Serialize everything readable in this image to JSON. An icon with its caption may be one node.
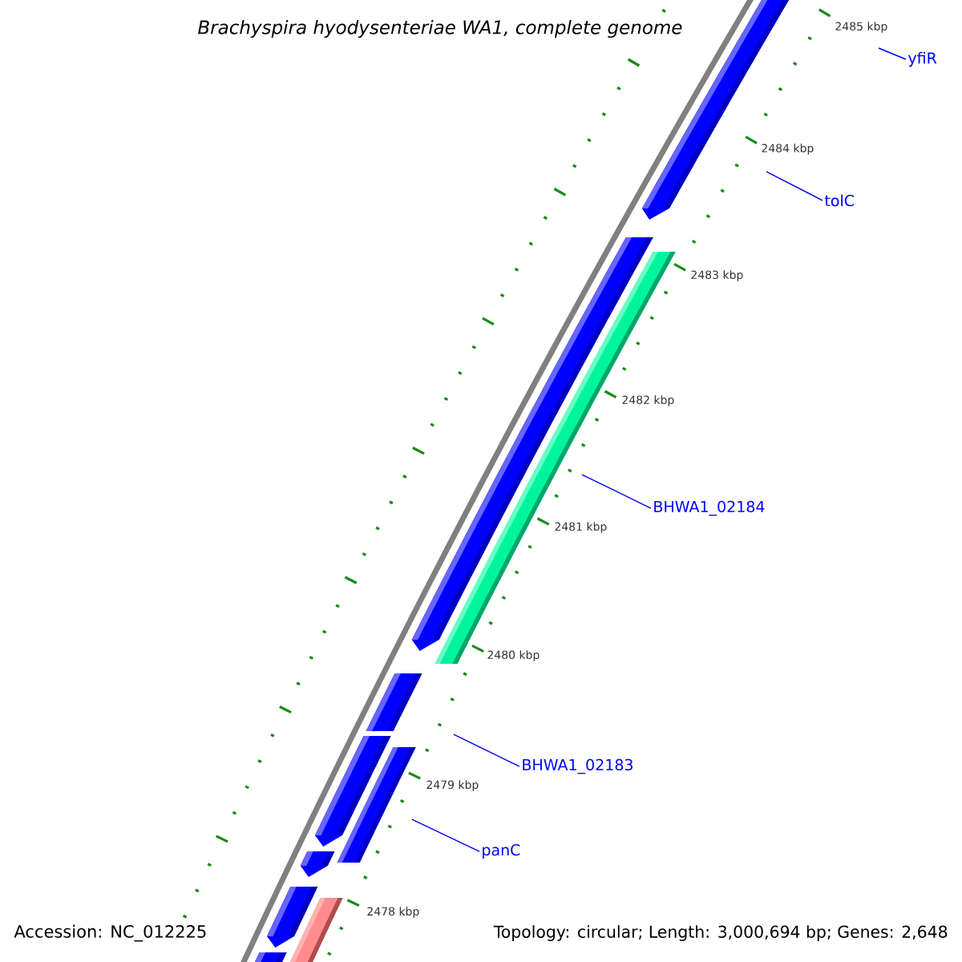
{
  "diagram": {
    "title": "Brachyspira hyodysenteriae WA1, complete genome",
    "nodes": [
      {
        "text": [
          "yfiR"
        ]
      },
      {
        "text": [
          "tolC"
        ]
      },
      {
        "text": [
          "BHWA1_02184"
        ]
      },
      {
        "text": [
          "BHWA1_02183"
        ]
      },
      {
        "text": [
          "panC"
        ]
      }
    ],
    "edges": [
      {
        "from": 0,
        "to": null,
        "arrow": "none"
      },
      {
        "from": 1,
        "to": null,
        "arrow": "none"
      },
      {
        "from": 2,
        "to": null,
        "arrow": "none"
      },
      {
        "from": 3,
        "to": null,
        "arrow": "none"
      },
      {
        "from": 4,
        "to": null,
        "arrow": "none"
      }
    ],
    "labels": [
      "2485 kbp",
      "2484 kbp",
      "2483 kbp",
      "2482 kbp",
      "2481 kbp",
      "2480 kbp",
      "2479 kbp",
      "2478 kbp",
      "Accession: NC_012225",
      "Topology: circular; Length: 3,000,694 bp; Genes: 2,648"
    ]
  }
}
